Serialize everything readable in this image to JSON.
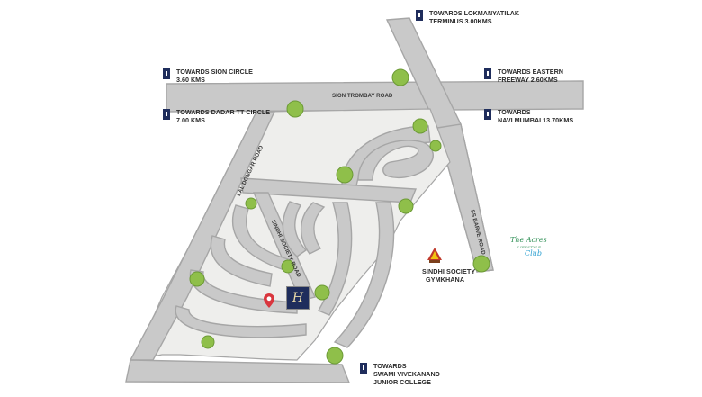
{
  "directions": [
    {
      "id": "lokmanyatilak",
      "lines": [
        "TOWARDS LOKMANYATILAK",
        "TERMINUS 3.00KMS"
      ]
    },
    {
      "id": "sion-circle",
      "lines": [
        "TOWARDS SION CIRCLE",
        "3.60 KMS"
      ]
    },
    {
      "id": "eastern-freeway",
      "lines": [
        "TOWARDS EASTERN",
        "FREEWAY 2.60KMS"
      ]
    },
    {
      "id": "dadar-tt",
      "lines": [
        "TOWARDS DADAR TT CIRCLE",
        "7.00 KMS"
      ]
    },
    {
      "id": "navi-mumbai",
      "lines": [
        "TOWARDS",
        "NAVI MUMBAI 13.70KMS"
      ]
    },
    {
      "id": "swami-vivekanand",
      "lines": [
        "TOWARDS",
        "SWAMI VIVEKANAND",
        "JUNIOR COLLEGE"
      ]
    }
  ],
  "roads": {
    "sion_trombay": "SION TROMBAY ROAD",
    "lal_dongar": "LAL DONGAR ROAD",
    "sindhi_society": "SINDHI SOCIETY ROAD",
    "ss_barve": "SS BARVE ROAD"
  },
  "landmarks": {
    "gymkhana": [
      "SINDHI SOCIETY",
      "GYMKHANA"
    ],
    "club": {
      "line1": "The Acres",
      "line2": "LIFESTYLE",
      "line3": "Club"
    },
    "project_logo_letter": "H"
  },
  "colors": {
    "road": "#c9c9c9",
    "block": "#eeeeec",
    "marker": "#1f2d5c",
    "pin": "#d9363e",
    "tree": "#8fbf4a",
    "club_green": "#2f8f55",
    "club_blue": "#2a9fd0"
  }
}
